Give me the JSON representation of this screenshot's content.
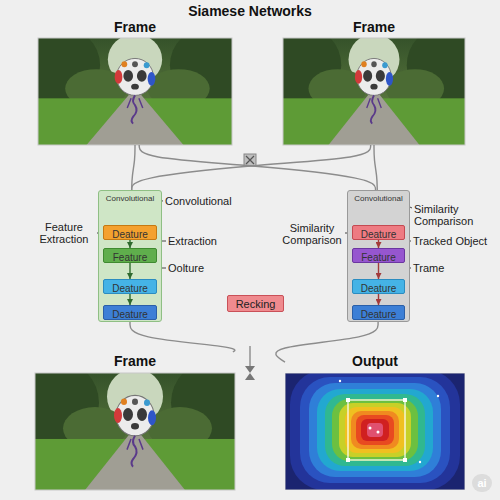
{
  "diagram": {
    "title": "Siamese Networks",
    "nodes": [
      {
        "text": [
          "Frame"
        ]
      },
      {
        "text": [
          "Frame"
        ]
      },
      {
        "text": [
          "Convolutional"
        ]
      },
      {
        "text": [
          "Deature"
        ],
        "in": 2
      },
      {
        "text": [
          "Feature"
        ],
        "in": 2
      },
      {
        "text": [
          "Deature"
        ],
        "in": 2
      },
      {
        "text": [
          "Deature"
        ],
        "in": 2
      },
      {
        "text": [
          "Convolutional"
        ]
      },
      {
        "text": [
          "Deature"
        ],
        "in": 7
      },
      {
        "text": [
          "Feature"
        ],
        "in": 7
      },
      {
        "text": [
          "Deature"
        ],
        "in": 7
      },
      {
        "text": [
          "Deature"
        ],
        "in": 7
      },
      {
        "text": [
          "Recking"
        ]
      },
      {
        "text": [
          "Frame"
        ]
      },
      {
        "text": [
          "Output"
        ]
      }
    ],
    "edges": [
      {
        "from": 0,
        "to": 2,
        "arrow": "none"
      },
      {
        "from": 0,
        "to": 7,
        "arrow": "none"
      },
      {
        "from": 1,
        "to": 2,
        "arrow": "none"
      },
      {
        "from": 1,
        "to": 7,
        "arrow": "none"
      },
      {
        "from": 3,
        "to": 4,
        "arrow": "to"
      },
      {
        "from": 4,
        "to": 5,
        "arrow": "to"
      },
      {
        "from": 5,
        "to": 6,
        "arrow": "to"
      },
      {
        "from": 8,
        "to": 9,
        "arrow": "to"
      },
      {
        "from": 9,
        "to": 10,
        "arrow": "to"
      },
      {
        "from": 10,
        "to": 11,
        "arrow": "to"
      },
      {
        "from": 2,
        "to": 13,
        "arrow": "none"
      },
      {
        "from": 7,
        "to": 14,
        "arrow": "none"
      }
    ],
    "labels": [
      "Convolutional",
      "Feature Extraction",
      "Extraction",
      "Oolture",
      "Similarity Comparison",
      "Similarity Comparison",
      "Tracked Object",
      "Trame",
      "ai"
    ]
  }
}
